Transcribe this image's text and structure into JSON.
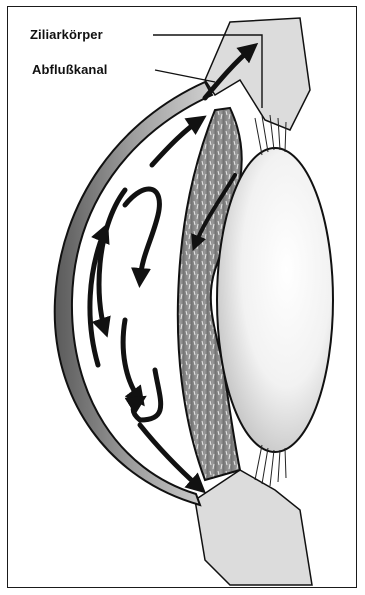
{
  "labels": {
    "ciliary_body": "Ziliarkörper",
    "drainage_canal": "Abflußkanal"
  },
  "colors": {
    "outline": "#111111",
    "iris_fill": "#8c8c8c",
    "lens_fill": "#ffffff",
    "lens_shade": "#bdbdbd",
    "cornea_band": "#6f6f6f",
    "sclera_tissue": "#cfcfcf"
  },
  "icons": {
    "flow_arrow": "aqueous-flow-arrow"
  }
}
